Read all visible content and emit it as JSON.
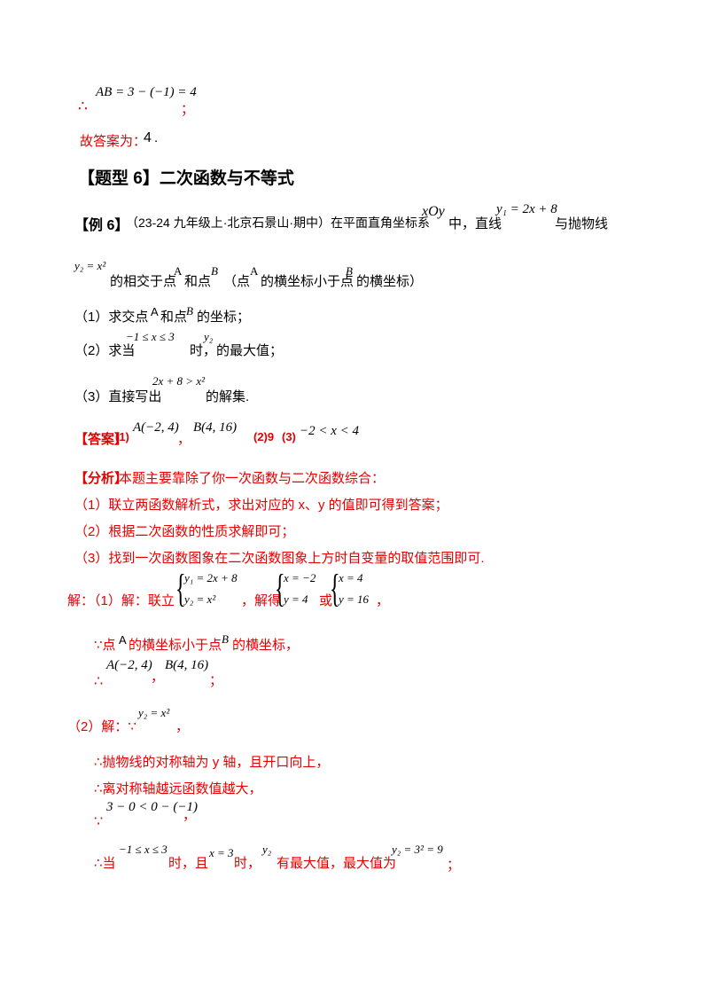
{
  "prev": {
    "therefore1": "∴",
    "ab_eq": "AB = 3 − (−1) = 4",
    "semi1": "；",
    "answer_line": "故答案为：",
    "answer_val": "4",
    "period": "."
  },
  "section": {
    "title": "【题型 6】二次函数与不等式"
  },
  "example": {
    "tag": "【例 6】",
    "source": "（23-24 九年级上·北京石景山·期中）在平面直角坐标系",
    "xoy": "xOy",
    "mid": "中，直线",
    "line_eq": "y₁ = 2x + 8",
    "tail": "与抛物线",
    "parab_eq": "y₂ = x²",
    "line2_a": "的相交于点",
    "pA": "A",
    "and": "和点",
    "pB": "B",
    "paren": "（点",
    "pA2": "A",
    "paren_mid": "的横坐标小于点",
    "pB2": "B",
    "paren_end": "的横坐标）",
    "q1_a": "（1）求交点",
    "q1_A": "A",
    "q1_b": "和点",
    "q1_B": "B",
    "q1_c": "的坐标；",
    "q2_a": "（2）求当",
    "q2_range": "−1 ≤ x ≤ 3",
    "q2_b": "时，",
    "q2_y": "y₂",
    "q2_c": "的最大值；",
    "q3_a": "（3）直接写出",
    "q3_ineq": "2x + 8 > x²",
    "q3_b": "的解集."
  },
  "answer": {
    "label": "【答案】",
    "p1": "(1)",
    "A": "A(−2, 4)",
    "comma": "，",
    "B": "B(4, 16)",
    "p2": "(2)9",
    "p3": "(3)",
    "range": "−2 < x < 4"
  },
  "analysis": {
    "label": "【分析】",
    "intro": "本题主要靠除了你一次函数与二次函数综合：",
    "s1": "（1）联立两函数解析式，求出对应的 x、y 的值即可得到答案；",
    "s2": "（2）根据二次函数的性质求解即可；",
    "s3": "（3）找到一次函数图象在二次函数图象上方时自变量的取值范围即可."
  },
  "solution": {
    "jie1": "解：（1）解：联立",
    "sys1a": "y₁ = 2x + 8",
    "sys1b": "y₂ = x²",
    "jiede": "，解得",
    "sol1a": "x = −2",
    "sol1b": "y = 4",
    "huo": "或",
    "sol2a": "x = 4",
    "sol2b": "y = 16",
    "end1": "，",
    "because1": "∵点",
    "because1_A": "A",
    "because1_mid": "的横坐标小于点",
    "because1_B": "B",
    "because1_end": "的横坐标，",
    "th2": "∴",
    "A": "A(−2, 4)",
    "comma": "，",
    "B": "B(4, 16)",
    "semi": "；",
    "jie2": "（2）解：∵",
    "y2eq": "y₂ = x²",
    "jie2_end": "，",
    "axis": "∴抛物线的对称轴为 y 轴，且开口向上，",
    "far": "∴离对称轴越远函数值越大，",
    "because2": "∵",
    "cmp": "3 − 0 < 0 − (−1)",
    "cmp_end": "，",
    "last_a": "∴当",
    "last_range": "−1 ≤ x ≤ 3",
    "last_b": "时，且",
    "last_x": "x = 3",
    "last_c": "时，",
    "last_y": "y₂",
    "last_d": "有最大值，最大值为",
    "last_val": "y₂ = 3² = 9",
    "last_end": "；"
  }
}
